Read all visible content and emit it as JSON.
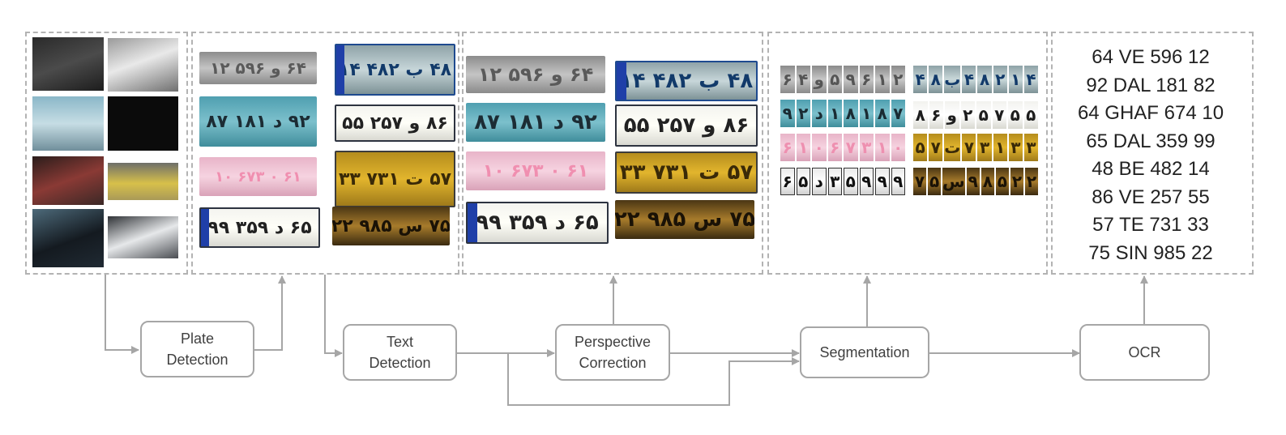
{
  "nodes": {
    "plate_detection": {
      "line1": "Plate",
      "line2": "Detection"
    },
    "text_detection": {
      "line1": "Text",
      "line2": "Detection"
    },
    "perspective_correction": {
      "line1": "Perspective",
      "line2": "Correction"
    },
    "segmentation": {
      "label": "Segmentation"
    },
    "ocr": {
      "label": "OCR"
    }
  },
  "plates": [
    "۶۴ و ۵۹۶ ۱۲",
    "۴۸ ب ۴۸۲ ۱۴",
    "۹۲ د ۱۸۱ ۸۷",
    "۸۶ و ۲۵۷ ۵۵",
    "۶۱ ۰ ۶۷۳ ۱۰",
    "۵۷ ت ۷۳۱ ۳۳",
    "۶۵ د ۳۵۹ ۹۹",
    "۷۵ س ۹۸۵ ۲۲"
  ],
  "segments": [
    [
      "۶",
      "۴",
      "و",
      "۵",
      "۹",
      "۶",
      "۱",
      "۲"
    ],
    [
      "۴",
      "۸",
      "ب",
      "۴",
      "۸",
      "۲",
      "۱",
      "۴"
    ],
    [
      "۹",
      "۲",
      "د",
      "۱",
      "۸",
      "۱",
      "۸",
      "۷"
    ],
    [
      "۸",
      "۶",
      "و",
      "۲",
      "۵",
      "۷",
      "۵",
      "۵"
    ],
    [
      "۶",
      "۱",
      "۰",
      "۶",
      "۷",
      "۳",
      "۱",
      "۰"
    ],
    [
      "۵",
      "۷",
      "ت",
      "۷",
      "۳",
      "۱",
      "۳",
      "۳"
    ],
    [
      "۶",
      "۵",
      "د",
      "۳",
      "۵",
      "۹",
      "۹",
      "۹"
    ],
    [
      "۷",
      "۵",
      "س",
      "۹",
      "۸",
      "۵",
      "۲",
      "۲"
    ]
  ],
  "ocr_results": [
    "64 VE 596 12",
    "92 DAL 181 82",
    "64 GHAF 674 10",
    "65 DAL 359 99",
    "48 BE 482 14",
    "86 VE 257 55",
    "57 TE 731 33",
    "75 SIN 985 22"
  ]
}
